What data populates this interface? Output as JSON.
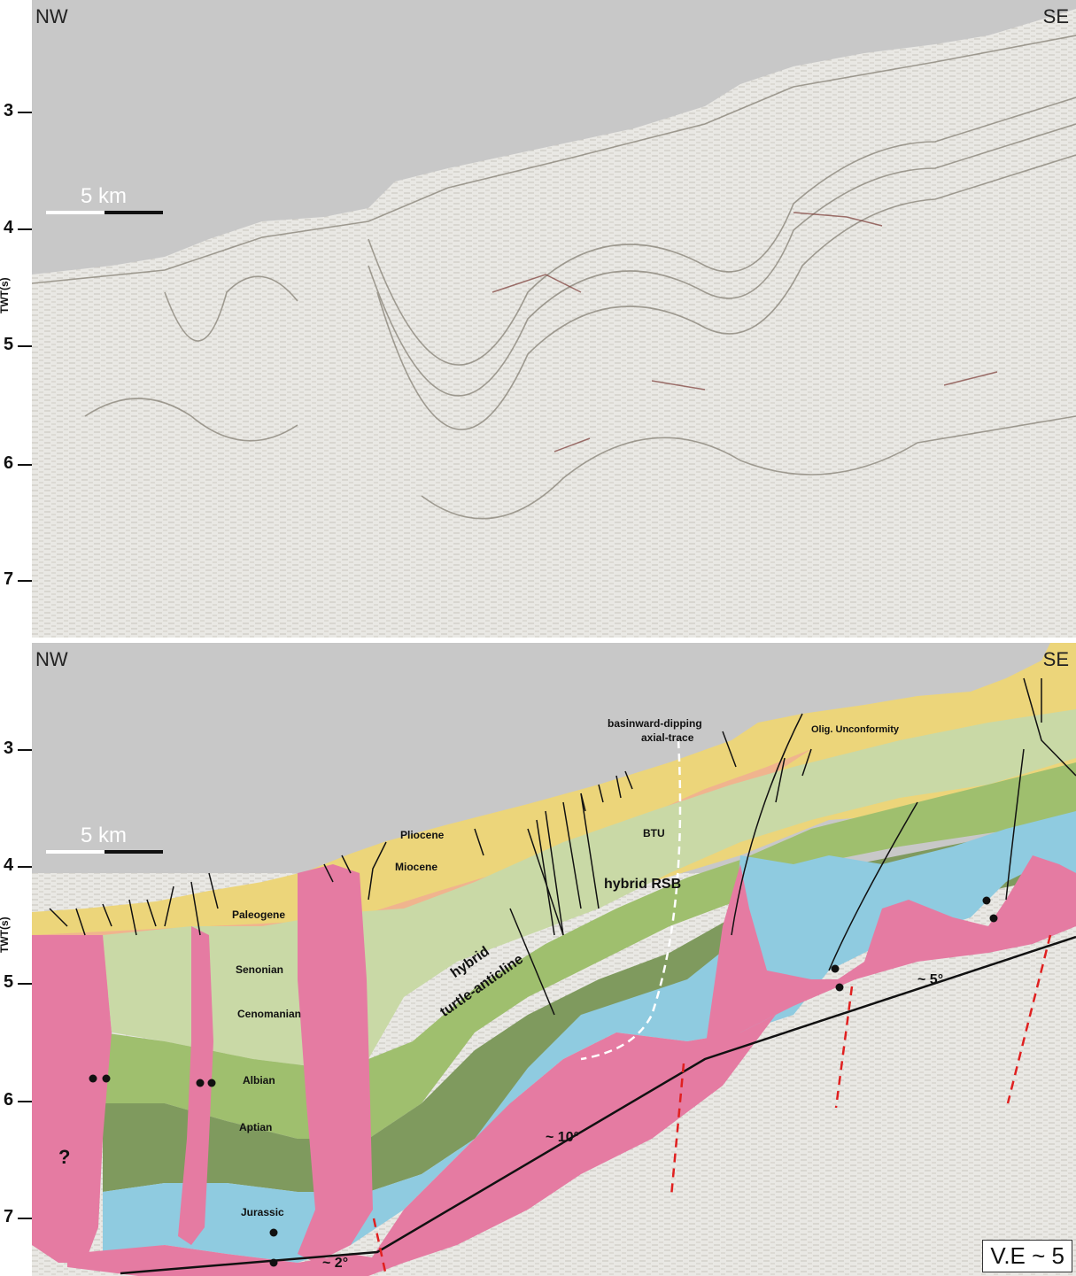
{
  "top_panel": {
    "left_label": "NW",
    "right_label": "SE",
    "scale": "5 km",
    "y_axis_label": "TWT(s)",
    "ticks": [
      "3",
      "4",
      "5",
      "6",
      "7"
    ]
  },
  "bottom_panel": {
    "left_label": "NW",
    "right_label": "SE",
    "scale": "5 km",
    "y_axis_label": "TWT(s)",
    "ticks": [
      "3",
      "4",
      "5",
      "6",
      "7"
    ],
    "units": {
      "pliocene": "Pliocene",
      "miocene": "Miocene",
      "paleogene": "Paleogene",
      "senonian": "Senonian",
      "cenomanian": "Cenomanian",
      "albian": "Albian",
      "aptian": "Aptian",
      "jurassic": "Jurassic",
      "btu": "BTU",
      "olig": "Olig. Unconformity"
    },
    "annotations": {
      "axial_trace_1": "basinward-dipping",
      "axial_trace_2": "axial-trace",
      "hybrid_rsb": "hybrid RSB",
      "turtle_1": "hybrid",
      "turtle_2": "turtle-anticline",
      "question": "?",
      "dip_10": "~ 10°",
      "dip_5": "~ 5°",
      "dip_2": "~ 2°"
    },
    "ve_label": "V.E ~ 5"
  },
  "colors": {
    "water": "#c8c8c8",
    "pliocene": "#ecd57a",
    "miocene": "#f0b48e",
    "upper_cretaceous": "#c9d9a6",
    "lower_cretaceous": "#9fbf6e",
    "aptian": "#7f9a5e",
    "jurassic": "#8fcbe0",
    "salt": "#e57ba2",
    "basement": "#e7e6e1",
    "fault_red": "#e02020"
  }
}
